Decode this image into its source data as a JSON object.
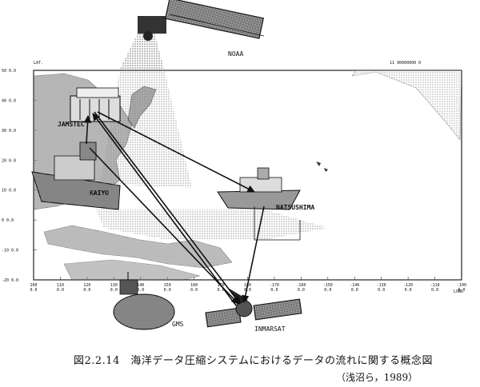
{
  "satellites": {
    "noaa": "NOAA",
    "gms": "GMS",
    "inmarsat": "INMARSAT"
  },
  "stations": {
    "jamstec": "JAMSTEC",
    "kaiyo": "KAIYO",
    "natsushima": "NATSUSHIMA"
  },
  "map": {
    "corner_label": "LAT.",
    "header_text": "11  90000000  0",
    "longitude_label": "LONG",
    "lat_ticks": [
      "50 0.0",
      "40 0.0",
      "30 0.0",
      "20 0.0",
      "10 0.0",
      "0 0.0",
      "-10 0.0",
      "-20 0.0"
    ],
    "lon_ticks": [
      {
        "deg": "100",
        "min": "0.0"
      },
      {
        "deg": "110",
        "min": "0.0"
      },
      {
        "deg": "120",
        "min": "0.0"
      },
      {
        "deg": "130",
        "min": "0.0"
      },
      {
        "deg": "140",
        "min": "0.0"
      },
      {
        "deg": "150",
        "min": "0.0"
      },
      {
        "deg": "160",
        "min": "0.0"
      },
      {
        "deg": "170",
        "min": "0.0"
      },
      {
        "deg": "180",
        "min": "0.0"
      },
      {
        "deg": "-170",
        "min": "0.0"
      },
      {
        "deg": "-160",
        "min": "0.0"
      },
      {
        "deg": "-150",
        "min": "0.0"
      },
      {
        "deg": "-140",
        "min": "0.0"
      },
      {
        "deg": "-130",
        "min": "0.0"
      },
      {
        "deg": "-120",
        "min": "0.0"
      },
      {
        "deg": "-110",
        "min": "0.0"
      },
      {
        "deg": "-100",
        "min": "0.0"
      }
    ]
  },
  "caption": {
    "main": "図2.2.14　海洋データ圧縮システムにおけるデータの流れに関する概念図",
    "citation": "（浅沼ら，1989）"
  }
}
